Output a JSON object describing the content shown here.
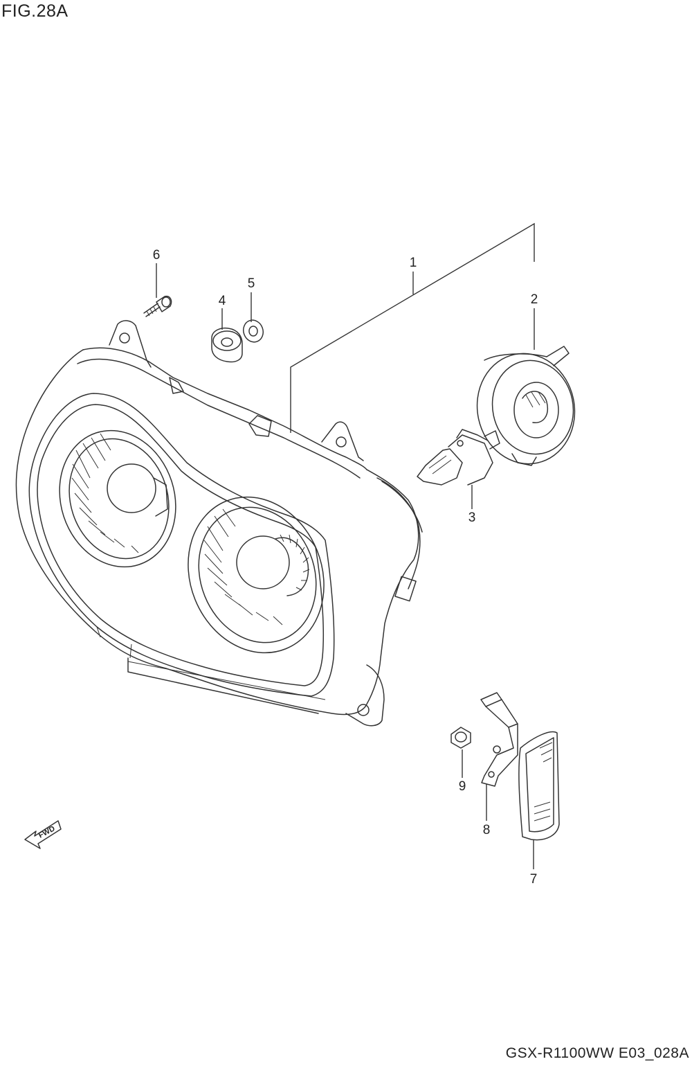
{
  "figure": {
    "title": "FIG.28A",
    "footer_code": "GSX-R1100WW  E03_028A",
    "forward_label": "FWD"
  },
  "callouts": [
    {
      "id": "1",
      "label": "1"
    },
    {
      "id": "2",
      "label": "2"
    },
    {
      "id": "3",
      "label": "3"
    },
    {
      "id": "4",
      "label": "4"
    },
    {
      "id": "5",
      "label": "5"
    },
    {
      "id": "6",
      "label": "6"
    },
    {
      "id": "7",
      "label": "7"
    },
    {
      "id": "8",
      "label": "8"
    },
    {
      "id": "9",
      "label": "9"
    }
  ],
  "parts": [
    {
      "callout": "1",
      "part": "headlight-assembly"
    },
    {
      "callout": "2",
      "part": "bulb-socket-cover"
    },
    {
      "callout": "3",
      "part": "headlight-bulb"
    },
    {
      "callout": "4",
      "part": "cushion"
    },
    {
      "callout": "5",
      "part": "washer"
    },
    {
      "callout": "6",
      "part": "screw"
    },
    {
      "callout": "7",
      "part": "side-reflector"
    },
    {
      "callout": "8",
      "part": "reflector-bracket"
    },
    {
      "callout": "9",
      "part": "nut"
    }
  ]
}
